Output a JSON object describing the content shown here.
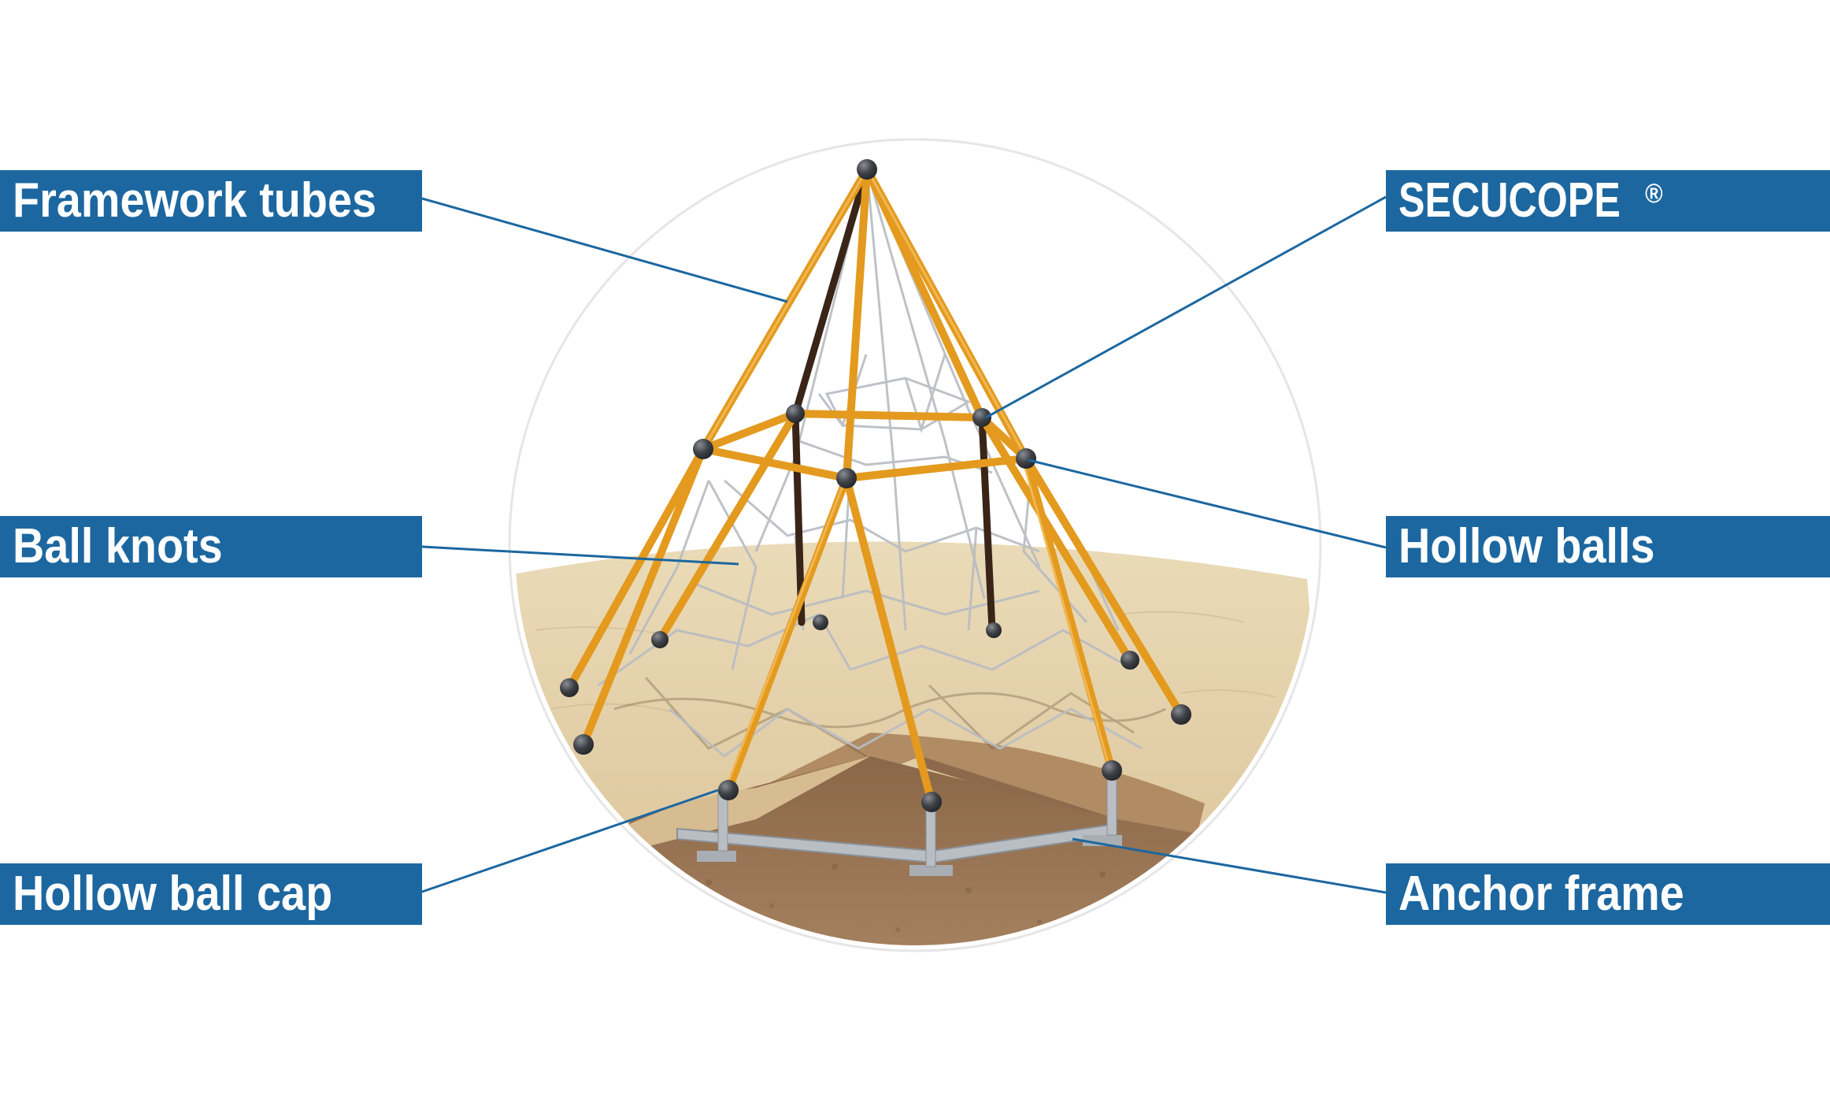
{
  "labels": {
    "framework_tubes": "Framework tubes",
    "ball_knots": "Ball knots",
    "hollow_ball_cap": "Hollow ball cap",
    "secucope": "SECUCOPE",
    "secucope_mark": "®",
    "hollow_balls": "Hollow balls",
    "anchor_frame": "Anchor frame"
  },
  "colors": {
    "label_background": "#1c67a0",
    "label_text": "#ffffff",
    "leader_line": "#1c67a0",
    "tube_orange": "#e39a1e",
    "tube_dark": "#3a2418",
    "ball": "#3a3c40",
    "sand": "#e3cfa6",
    "soil": "#a57f5a",
    "anchor_steel": "#b9bec4",
    "rope": "#b8bcc2"
  }
}
